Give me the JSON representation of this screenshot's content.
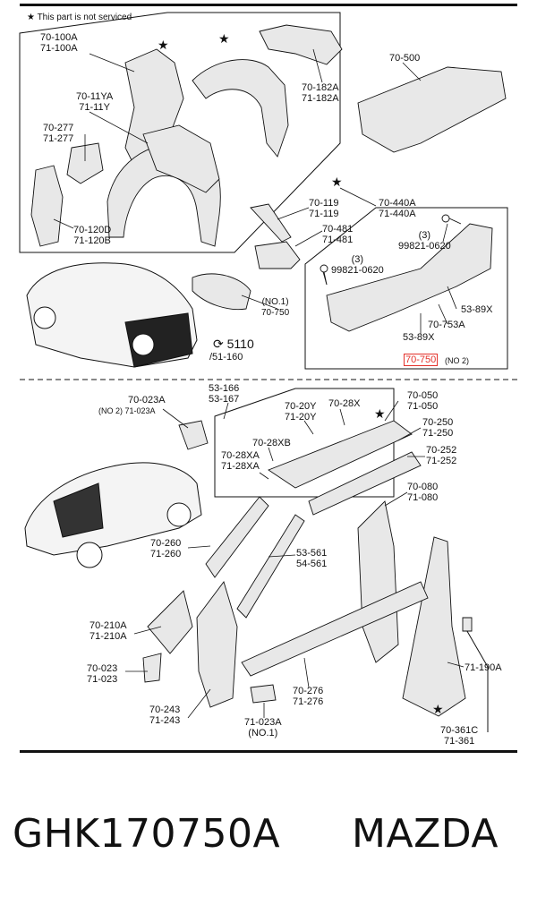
{
  "legend": {
    "star_note": "This part is not serviced"
  },
  "labels": {
    "l70_100A": "70-100A\n71-100A",
    "l70_11YA": "70-11YA\n71-11Y",
    "l70_277": "70-277\n71-277",
    "l70_120D": "70-120D\n71-120B",
    "l70_182A": "70-182A\n71-182A",
    "l70_500": "70-500",
    "l70_119": "70-119\n71-119",
    "l70_440A": "70-440A\n71-440A",
    "l70_481": "70-481\n71-481",
    "l99821_top": "(3)\n99821-0620",
    "l99821_mid": "(3)\n99821-0620",
    "l_no1_70_750": "(NO.1)\n70-750",
    "l5110": "5110",
    "l51_160": "/51-160",
    "l53_89X_r": "53-89X",
    "l70_753A": "70-753A",
    "l53_89X_b": "53-89X",
    "l70_750_hl": "70-750",
    "l_no2_top": "(NO 2)",
    "l53_166": "53-166\n53-167",
    "l70_023A_top": "70-023A",
    "l_no2_023A": "(NO 2) 71-023A",
    "l70_20Y": "70-20Y\n71-20Y",
    "l70_28X": "70-28X",
    "l70_050": "70-050\n71-050",
    "l70_250": "70-250\n71-250",
    "l70_28XB": "70-28XB",
    "l70_28XA": "70-28XA\n71-28XA",
    "l70_252": "70-252\n71-252",
    "l70_080": "70-080\n71-080",
    "l70_260": "70-260\n71-260",
    "l53_561": "53-561\n54-561",
    "l70_210A": "70-210A\n71-210A",
    "l70_023": "70-023\n71-023",
    "l71_190A": "71-190A",
    "l70_276": "70-276\n71-276",
    "l70_243": "70-243\n71-243",
    "l71_023A": "71-023A\n(NO.1)",
    "l70_361C": "70-361C\n71-361"
  },
  "caption": {
    "part_number": "GHK170750A",
    "brand": "MAZDA"
  }
}
